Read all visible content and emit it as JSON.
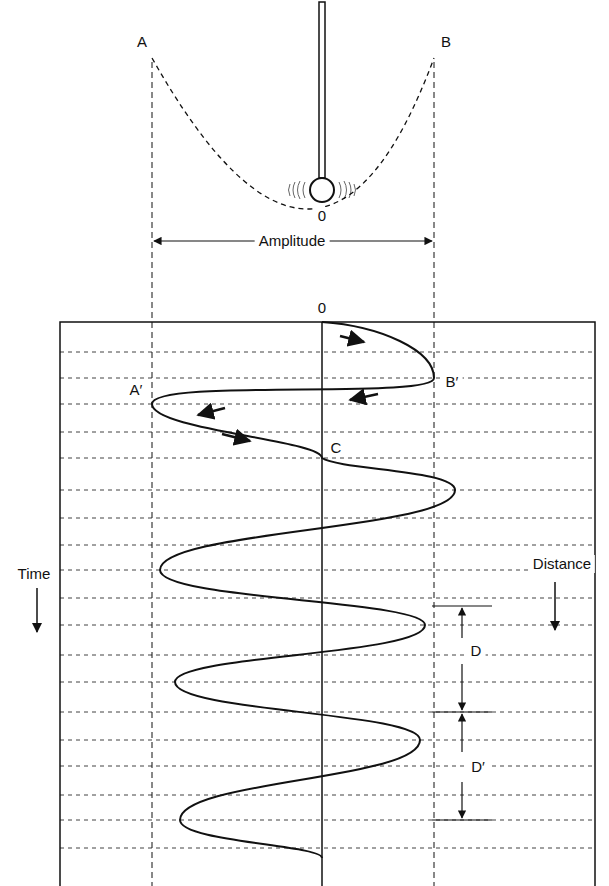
{
  "diagram": {
    "labels": [
      "A",
      "B",
      "0",
      "Amplitude",
      "0",
      "B′",
      "A′",
      "C",
      "D",
      "D′",
      "Time",
      "Distance"
    ]
  }
}
